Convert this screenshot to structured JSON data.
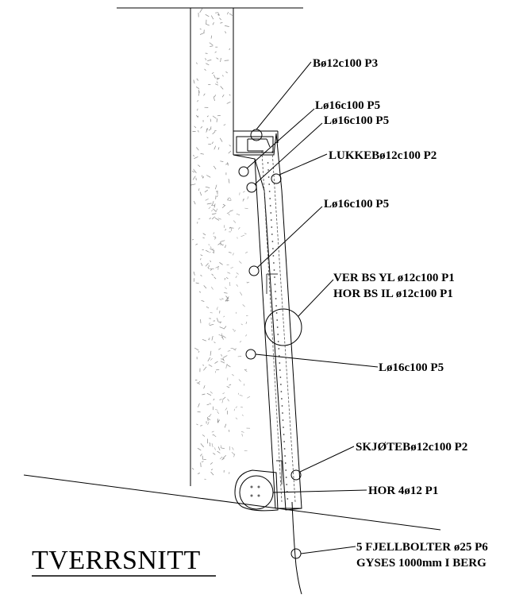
{
  "title": "TVERRSNITT",
  "labels": {
    "b_p3": "Bø12c100 P3",
    "l_p5_a": "Lø16c100 P5",
    "l_p5_b": "Lø16c100 P5",
    "lukke_p2": "LUKKEBø12c100 P2",
    "l_p5_c": "Lø16c100 P5",
    "ver_p1": "VER BS YL ø12c100 P1",
    "hor_p1": "HOR BS IL ø12c100 P1",
    "l_p5_d": "Lø16c100 P5",
    "skjote_p2": "SKJØTEBø12c100 P2",
    "hor_4_p1": "HOR 4ø12 P1",
    "fjellbolter": "5 FJELLBOLTER ø25 P6",
    "gyses": "GYSES 1000mm I BERG"
  }
}
